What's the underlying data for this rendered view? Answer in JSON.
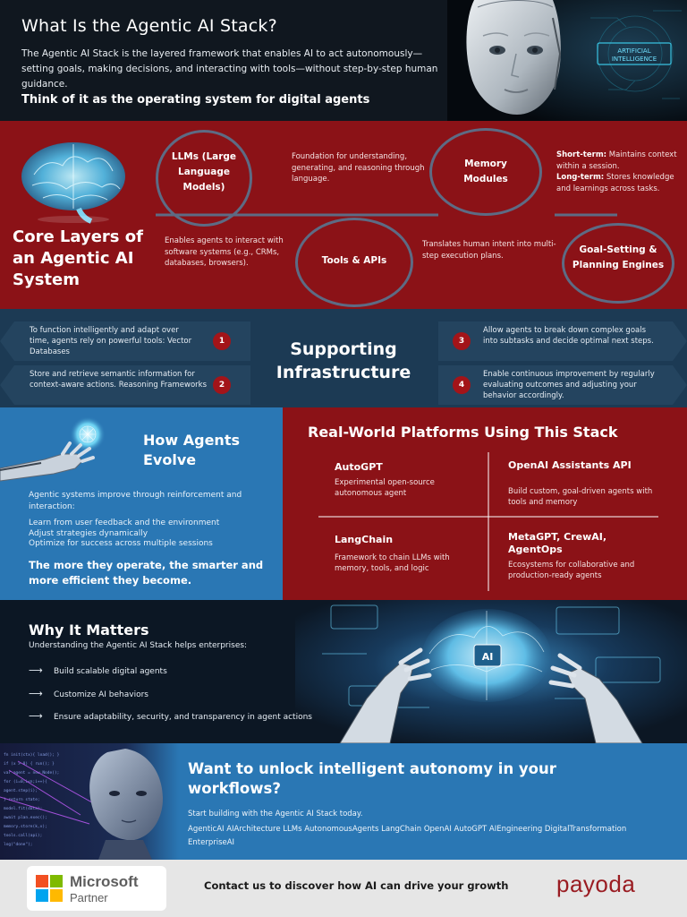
{
  "intro": {
    "title": "What Is the Agentic AI Stack?",
    "description": "The Agentic AI Stack is the layered framework that enables AI to act autonomously—setting goals, making decisions, and interacting with tools—without step-by-step human guidance.",
    "tagline": "Think of it as the operating system for digital agents",
    "image_label_1": "ARTIFICIAL",
    "image_label_2": "INTELLIGENCE"
  },
  "core_layers": {
    "heading": "Core Layers of an Agentic AI System",
    "layers": [
      {
        "label": "LLMs (Large Language Models)",
        "desc": "Foundation for understanding, generating, and reasoning through language."
      },
      {
        "label": "Memory Modules",
        "desc_short_label": "Short-term:",
        "desc_short": " Maintains context within a session.",
        "desc_long_label": "Long-term:",
        "desc_long": " Stores knowledge and learnings across tasks."
      },
      {
        "label": "Tools & APIs",
        "desc": "Enables agents to interact with software systems (e.g., CRMs, databases, browsers)."
      },
      {
        "label": "Goal-Setting & Planning Engines",
        "desc": "Translates human intent into multi-step execution plans."
      }
    ]
  },
  "infrastructure": {
    "title": "Supporting Infrastructure",
    "items": [
      {
        "num": "1",
        "text": "To function intelligently and adapt over time, agents rely on powerful tools: Vector Databases"
      },
      {
        "num": "2",
        "text": "Store and retrieve semantic information for context-aware actions. Reasoning Frameworks"
      },
      {
        "num": "3",
        "text": "Allow agents to break down complex goals into subtasks and decide optimal next steps."
      },
      {
        "num": "4",
        "text": "Enable continuous improvement by regularly evaluating outcomes and adjusting your behavior accordingly."
      }
    ]
  },
  "evolve": {
    "title": "How Agents Evolve",
    "intro": "Agentic systems improve through reinforcement and interaction:",
    "items": [
      "Learn from user feedback and the environment",
      "Adjust strategies dynamically",
      "Optimize for success across multiple sessions"
    ],
    "bold": "The more they operate, the smarter and more efficient they become."
  },
  "platforms": {
    "title": "Real-World Platforms Using This Stack",
    "items": [
      {
        "name": "AutoGPT",
        "desc": "Experimental open-source autonomous agent"
      },
      {
        "name": "OpenAI Assistants API",
        "desc": "Build custom, goal-driven agents with tools and memory"
      },
      {
        "name": "LangChain",
        "desc": "Framework to chain LLMs with memory, tools, and logic"
      },
      {
        "name": "MetaGPT, CrewAI, AgentOps",
        "desc": "Ecosystems for collaborative and production-ready agents"
      }
    ]
  },
  "why": {
    "title": "Why It Matters",
    "sub": "Understanding the Agentic AI Stack helps enterprises:",
    "items": [
      "Build scalable digital agents",
      "Customize AI behaviors",
      "Ensure adaptability, security, and transparency in agent actions"
    ],
    "image_label": "AI"
  },
  "cta": {
    "title": "Want to unlock intelligent autonomy in your workflows?",
    "sub": "Start building with the Agentic AI Stack today.",
    "tags": "AgenticAI AIArchitecture LLMs AutonomousAgents LangChain OpenAI AutoGPT AIEngineering DigitalTransformation EnterpriseAI"
  },
  "footer": {
    "partner_name": "Microsoft",
    "partner_sub": "Partner",
    "contact": "Contact us to discover how AI can drive your growth",
    "brand": "payoda"
  },
  "colors": {
    "red": "#8b1217",
    "navy": "#1c3a54",
    "blue": "#2a77b4",
    "dark": "#10171f"
  }
}
